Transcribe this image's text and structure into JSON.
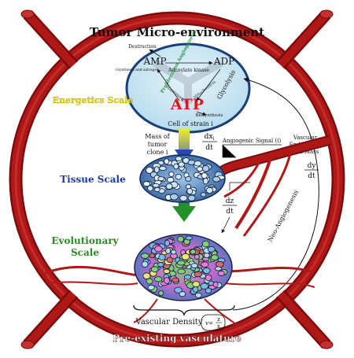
{
  "frame": {
    "title": "Tumor Micro-environment",
    "bottom_label": "Pre-existing vasculature"
  },
  "energetics": {
    "scale_label": "Energetics Scale",
    "amp": "AMP",
    "adp": "ADP",
    "atp": "ATP",
    "destruction": "Destruction",
    "synthesis": "(Synthesis and salvage)",
    "adenylate_kinase": "Adenylate kinase",
    "proliferation": "Proliferation Angiogenesis",
    "glycolysis": "Glycolysis",
    "mitochondria": "Mitochondria",
    "maintenance": "Maintenance",
    "biosynthesis": "Biosynthesis",
    "cell_label": "Cell of strain i"
  },
  "tissue": {
    "scale_label": "Tissue Scale",
    "mass_label_1": "Mass of",
    "mass_label_2": "tumor",
    "mass_label_3": "clone i",
    "dx_num": "dx",
    "dx_sub": "i",
    "dx_den": "dt",
    "angiogenic_signal": "Angiogenic Signal (i)",
    "vascular_label_1": "Vascular",
    "vascular_label_2": "Endothelial",
    "vascular_label_3": "Cell Mass",
    "dy_num": "dy",
    "dy_den": "dt",
    "dz_num": "dz",
    "dz_den": "dt"
  },
  "evolution": {
    "scale_label_1": "Evolutionary",
    "scale_label_2": "Scale",
    "neo_angiogenesis": "Neo-Angiogenesis",
    "vascular_density": "Vascular Density",
    "formula_v": "v=",
    "formula_z": "z",
    "formula_x": "x"
  },
  "colors": {
    "vessel": "#b01818",
    "vessel_dark": "#7a0c0c",
    "cell_bg": "#cde6f2",
    "energetics_yellow": "#f0e020",
    "tissue_blue": "#1e3aa8",
    "evolution_green": "#2a8a22",
    "atp_red": "#e01818"
  }
}
